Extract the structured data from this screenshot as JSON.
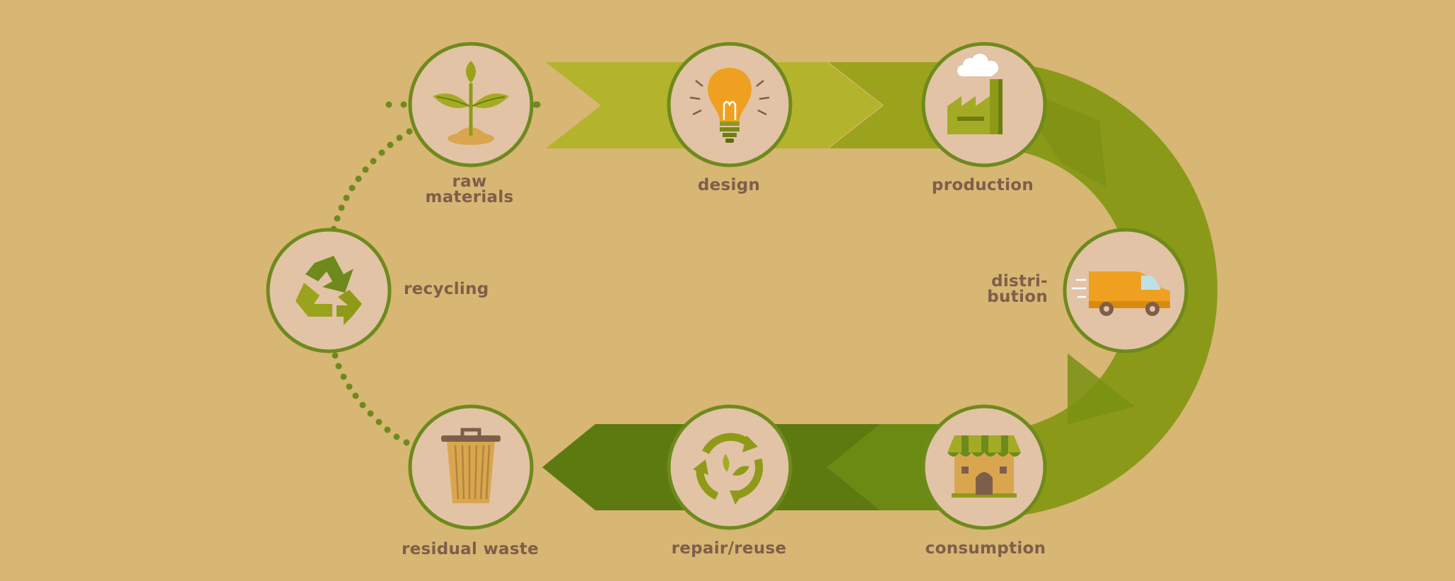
{
  "stages": [
    {
      "id": "raw-materials",
      "label": "raw\nmaterials",
      "icon": "sprout-icon"
    },
    {
      "id": "design",
      "label": "design",
      "icon": "light-bulb-icon"
    },
    {
      "id": "production",
      "label": "production",
      "icon": "factory-icon"
    },
    {
      "id": "distribution",
      "label": "distri-\nbution",
      "icon": "delivery-van-icon"
    },
    {
      "id": "consumption",
      "label": "consumption",
      "icon": "shop-icon"
    },
    {
      "id": "repair-reuse",
      "label": "repair/reuse",
      "icon": "circular-arrows-leaf-icon"
    },
    {
      "id": "residual-waste",
      "label": "residual waste",
      "icon": "trash-bin-icon"
    },
    {
      "id": "recycling",
      "label": "recycling",
      "icon": "recycle-icon"
    }
  ],
  "colors": {
    "background": "#d8b674",
    "circle_fill": "#e2c3a6",
    "circle_border": "#6e8a1c",
    "label": "#7d5f49",
    "arrow_light": "#b4b32c",
    "arrow_mid": "#8f9a18",
    "arrow_dark": "#5c7a0f",
    "accent_orange": "#f0a020",
    "dots": "#6e8a1c"
  }
}
